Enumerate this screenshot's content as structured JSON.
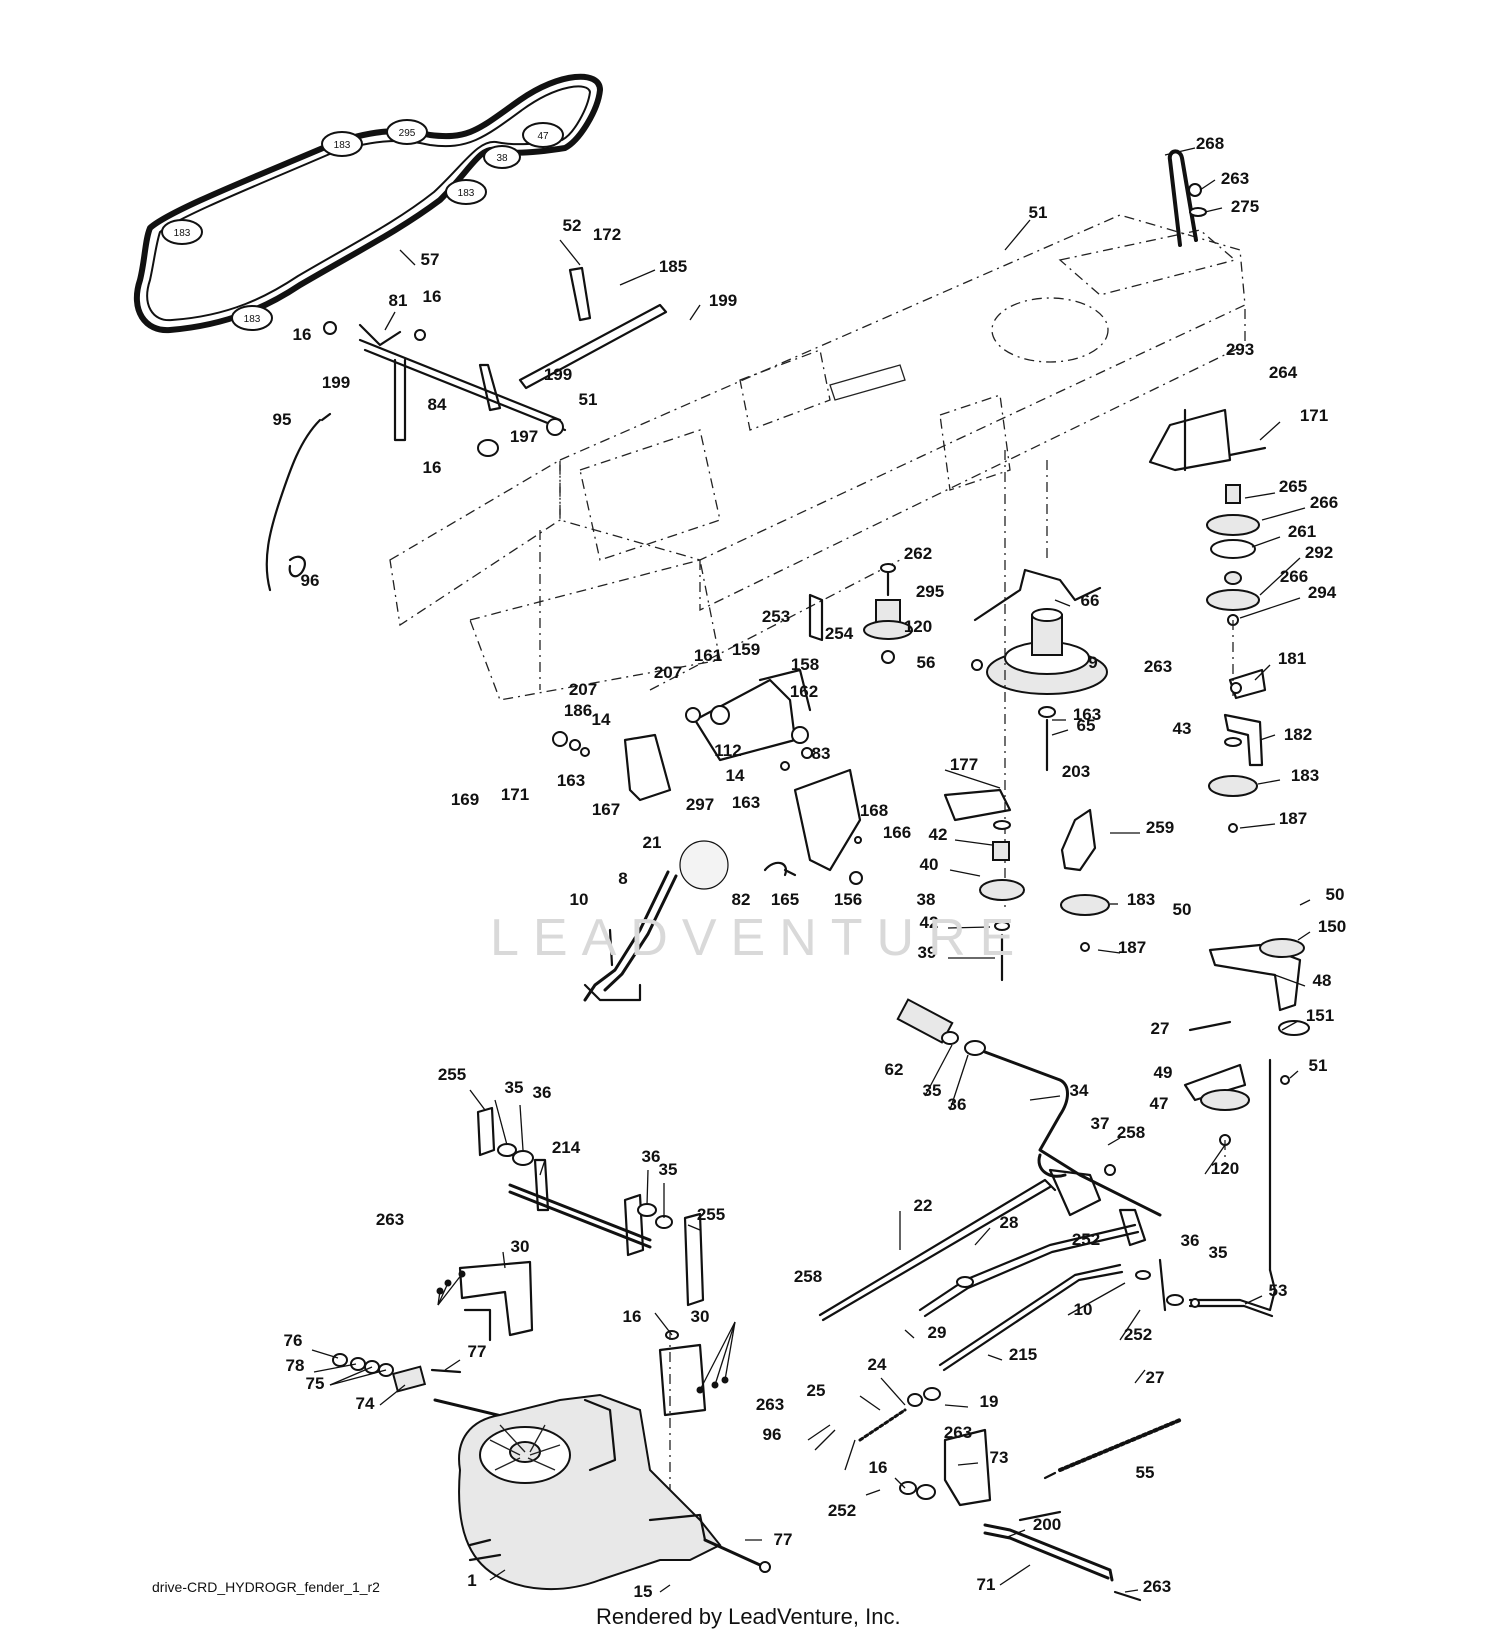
{
  "diagram": {
    "drawing_id": "drive-CRD_HYDROGR_fender_1_r2",
    "credit": "Rendered by LeadVenture, Inc.",
    "watermark": "LEADVENTURE",
    "belt_pulley_labels": [
      "183",
      "295",
      "47",
      "38",
      "183",
      "183",
      "183"
    ],
    "part_labels": [
      "268",
      "263",
      "275",
      "51",
      "52",
      "172",
      "185",
      "199",
      "57",
      "81",
      "16",
      "16",
      "199",
      "84",
      "199",
      "51",
      "197",
      "16",
      "95",
      "96",
      "293",
      "264",
      "171",
      "265",
      "266",
      "261",
      "292",
      "266",
      "294",
      "262",
      "295",
      "120",
      "66",
      "253",
      "254",
      "56",
      "9",
      "263",
      "181",
      "161",
      "159",
      "158",
      "207",
      "162",
      "207",
      "186",
      "14",
      "112",
      "14",
      "163",
      "83",
      "169",
      "171",
      "163",
      "167",
      "297",
      "163",
      "65",
      "43",
      "182",
      "183",
      "203",
      "177",
      "42",
      "40",
      "259",
      "187",
      "168",
      "166",
      "21",
      "82",
      "165",
      "156",
      "38",
      "183",
      "42",
      "187",
      "39",
      "10",
      "8",
      "50",
      "50",
      "150",
      "48",
      "27",
      "151",
      "49",
      "51",
      "47",
      "62",
      "35",
      "36",
      "34",
      "37",
      "120",
      "255",
      "35",
      "36",
      "214",
      "36",
      "35",
      "255",
      "258",
      "36",
      "35",
      "22",
      "28",
      "263",
      "30",
      "252",
      "10",
      "252",
      "53",
      "258",
      "29",
      "215",
      "27",
      "76",
      "78",
      "75",
      "77",
      "74",
      "16",
      "30",
      "263",
      "24",
      "25",
      "19",
      "96",
      "263",
      "73",
      "55",
      "16",
      "252",
      "200",
      "71",
      "1",
      "77",
      "15",
      "263"
    ]
  }
}
